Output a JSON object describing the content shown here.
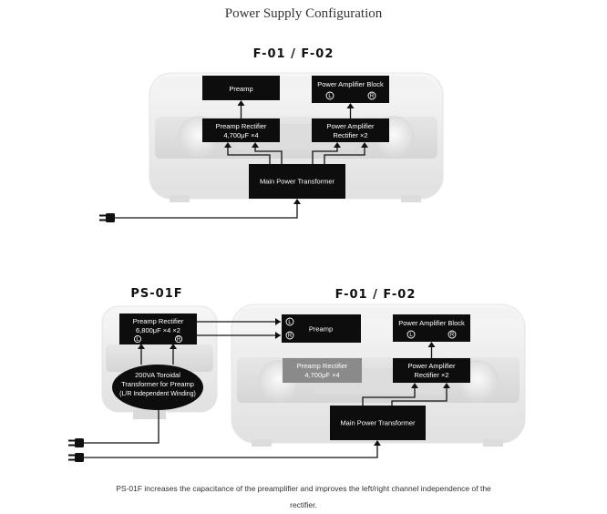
{
  "title": "Power Supply Configuration",
  "diagram1": {
    "model": "F-01 / F-02",
    "preamp": "Preamp",
    "power_amp_block": "Power Amplifier Block",
    "ch_left": "L",
    "ch_right": "R",
    "preamp_rectifier_1": "Preamp Rectifier",
    "preamp_rectifier_2": "4,700μF ×4",
    "power_amp_rectifier_1": "Power Amplifier",
    "power_amp_rectifier_2": "Rectifier ×2",
    "main_transformer": "Main Power Transformer"
  },
  "diagram2": {
    "ps_model": "PS-01F",
    "ps_rectifier_1": "Preamp Rectifier",
    "ps_rectifier_2": "6,800μF ×4 ×2",
    "toroidal_1": "200VA Toroidal",
    "toroidal_2": "Transformer for Preamp",
    "toroidal_3": "(L/R Independent Winding)",
    "amp_model": "F-01 / F-02",
    "preamp": "Preamp",
    "power_amp_block": "Power Amplifier Block",
    "ch_left": "L",
    "ch_right": "R",
    "preamp_rectifier_1": "Preamp Rectifier",
    "preamp_rectifier_2": "4,700μF ×4",
    "power_amp_rectifier_1": "Power Amplifier",
    "power_amp_rectifier_2": "Rectifier ×2",
    "main_transformer": "Main Power Transformer"
  },
  "caption_1": "PS-01F increases the capacitance of the preamplifier and improves the left/right channel independence of the",
  "caption_2": "rectifier."
}
